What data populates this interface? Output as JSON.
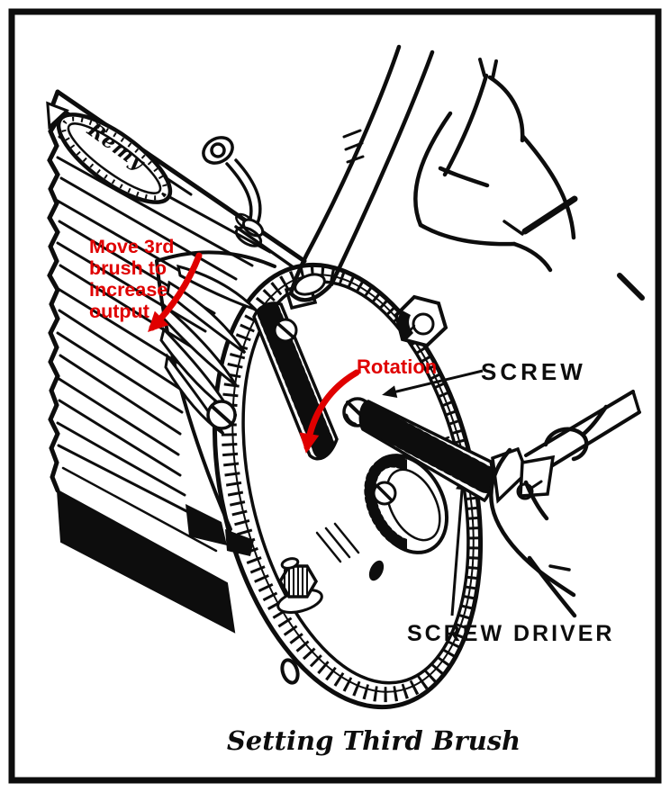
{
  "figure": {
    "caption": "Setting Third Brush",
    "background": "#ffffff",
    "ink_color": "#0d0d0d",
    "annotation_color": "#e00000",
    "subject": "generator third-brush adjustment illustration"
  },
  "badge": {
    "brand": "Remy"
  },
  "annotations": {
    "move_brush": {
      "text": "Move 3rd\nbrush to\nincrease\noutput",
      "color": "#e00000",
      "arrow": "curved red arrow pointing down-left to the third brush"
    },
    "rotation": {
      "text": "Rotation",
      "color": "#e00000",
      "arrow": "curved red arrow pointing down along end plate"
    },
    "screw": {
      "text": "SCREW",
      "color": "#0d0d0d",
      "arrow": "thin arrow pointing to adjusting screw head"
    },
    "screw_driver": {
      "text": "SCREW DRIVER",
      "color": "#0d0d0d",
      "arrow": "thin arrow pointing up to screwdriver shaft"
    }
  }
}
